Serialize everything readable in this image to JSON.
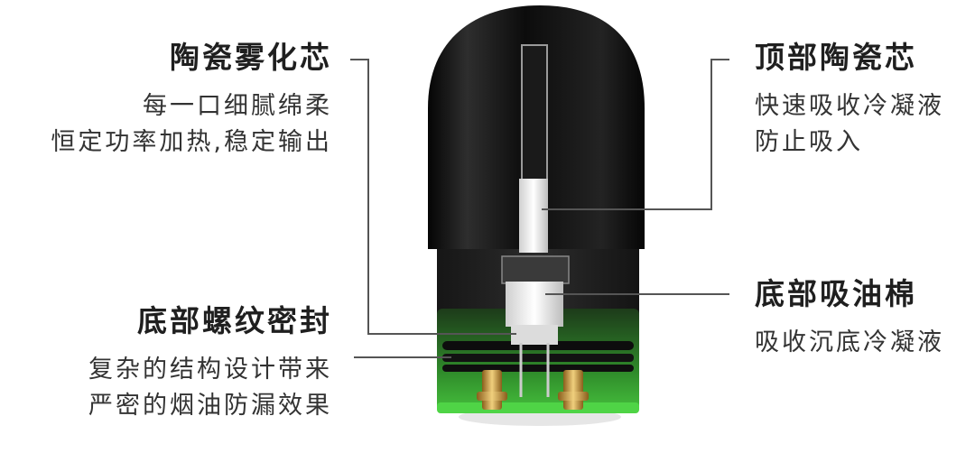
{
  "callouts": {
    "ceramic_core": {
      "title": "陶瓷雾化芯",
      "lines": [
        "每一口细腻绵柔",
        "恒定功率加热,稳定输出"
      ]
    },
    "bottom_seal": {
      "title": "底部螺纹密封",
      "lines": [
        "复杂的结构设计带来",
        "严密的烟油防漏效果"
      ]
    },
    "top_ceramic": {
      "title": "顶部陶瓷芯",
      "lines": [
        "快速吸收冷凝液",
        "防止吸入"
      ]
    },
    "bottom_cotton": {
      "title": "底部吸油棉",
      "lines": [
        "吸收沉底冷凝液"
      ]
    }
  },
  "colors": {
    "pod_dark": "#111111",
    "accent_green": "#3fbf3a",
    "metal_gold": "#c89a3a",
    "leader_line": "#555555"
  }
}
